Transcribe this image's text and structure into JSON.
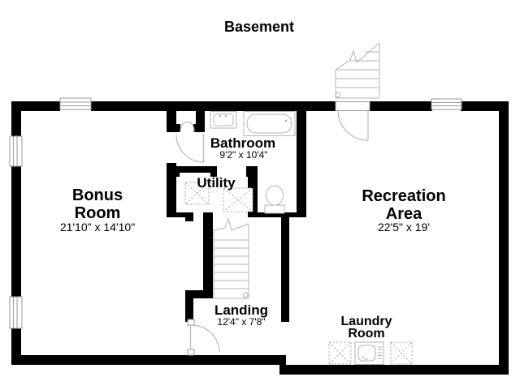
{
  "title": "Basement",
  "rooms": {
    "bonus": {
      "line1": "Bonus",
      "line2": "Room",
      "dims": "21'10\" x 14'10\""
    },
    "recreation": {
      "line1": "Recreation",
      "line2": "Area",
      "dims": "22'5\" x 19'"
    },
    "bathroom": {
      "line1": "Bathroom",
      "dims": "9'2\" x 10'4\""
    },
    "utility": {
      "line1": "Utility"
    },
    "landing": {
      "line1": "Landing",
      "dims": "12'4\" x 7'8\""
    },
    "laundry": {
      "line1": "Laundry",
      "line2": "Room"
    }
  },
  "fixtures": [
    "vanity-sink",
    "bathtub",
    "toilet",
    "water-heater",
    "furnace",
    "washer",
    "laundry-sink",
    "dryer",
    "interior-staircase",
    "exterior-staircase",
    "window",
    "door-swing"
  ],
  "colors": {
    "wall": "#000000",
    "thin_line": "#9a9a9a",
    "fixture_line": "#b3b3b3",
    "text": "#000000",
    "background": "#ffffff"
  }
}
